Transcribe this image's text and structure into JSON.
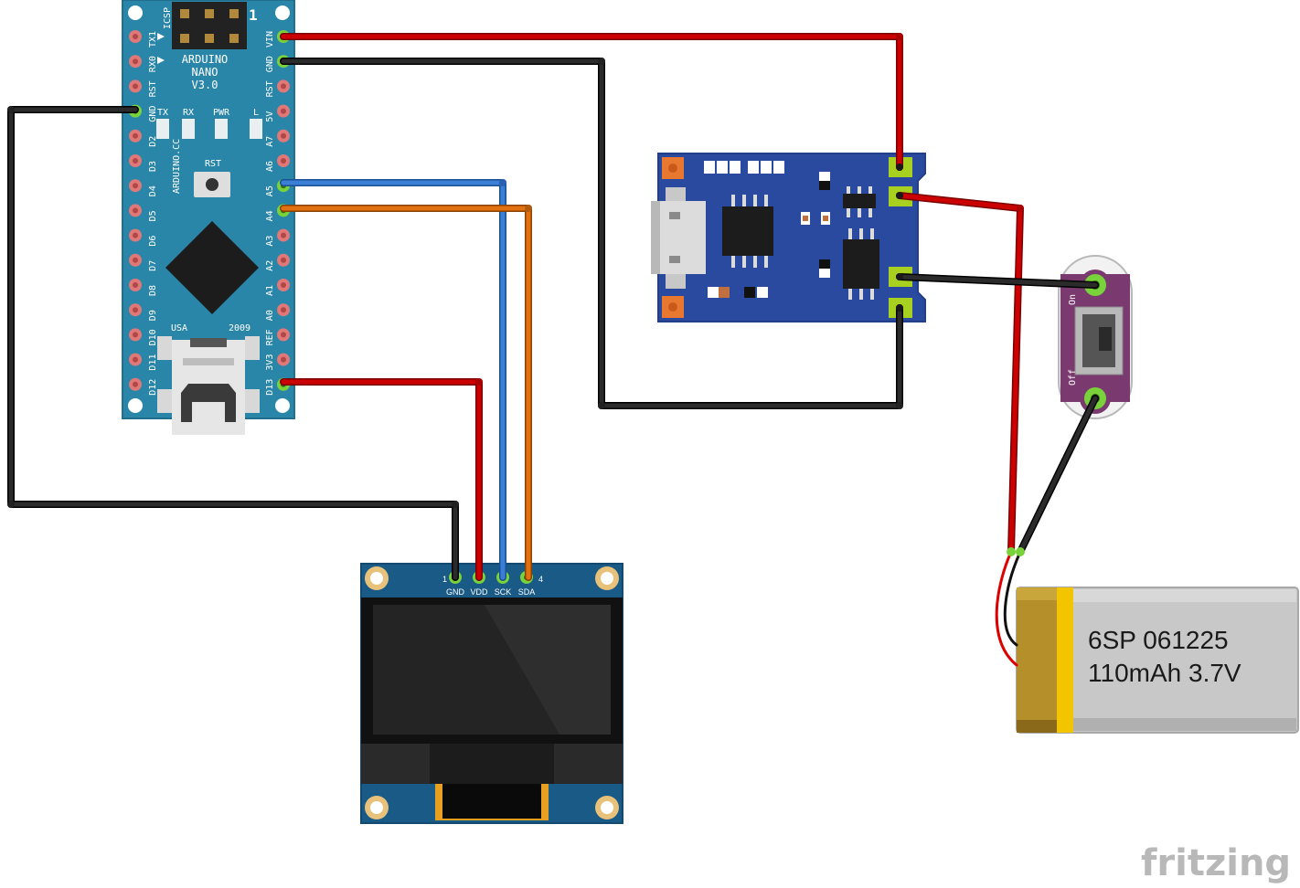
{
  "colors": {
    "wire_red": "#cc0000",
    "wire_black": "#1a1a1a",
    "wire_blue": "#3a7fd5",
    "wire_orange": "#e07010",
    "nano_board": "#2a86a8",
    "pin_pink": "#e07878",
    "pin_green": "#7ad23a",
    "charger_board": "#2a4aa0",
    "switch_board": "#7a3a70",
    "oled_board": "#1a5a86",
    "battery_body": "#c8c8c8",
    "battery_tape": "#b58f2a",
    "battery_stripe": "#f2c500"
  },
  "arduino": {
    "name_line1": "ARDUINO",
    "name_line2": "NANO",
    "name_line3": "V3.0",
    "icsp": "ICSP",
    "icsp_pin1": "1",
    "website": "ARDUINO.CC",
    "rst_button": "RST",
    "country": "USA",
    "year": "2009",
    "leds": [
      "TX",
      "RX",
      "PWR",
      "L"
    ],
    "left_pins": [
      "TX1",
      "RX0",
      "RST",
      "GND",
      "D2",
      "D3",
      "D4",
      "D5",
      "D6",
      "D7",
      "D8",
      "D9",
      "D10",
      "D11",
      "D12"
    ],
    "right_pins": [
      "VIN",
      "GND",
      "RST",
      "5V",
      "A7",
      "A6",
      "A5",
      "A4",
      "A3",
      "A2",
      "A1",
      "A0",
      "REF",
      "3V3",
      "D13"
    ]
  },
  "oled": {
    "pins": [
      "GND",
      "VDD",
      "SCK",
      "SDA"
    ],
    "pin_first": "1",
    "pin_last": "4"
  },
  "switch": {
    "on_label": "On",
    "off_label": "Off"
  },
  "battery": {
    "line1": "6SP 061225",
    "line2": "110mAh 3.7V"
  },
  "watermark": "fritzing"
}
